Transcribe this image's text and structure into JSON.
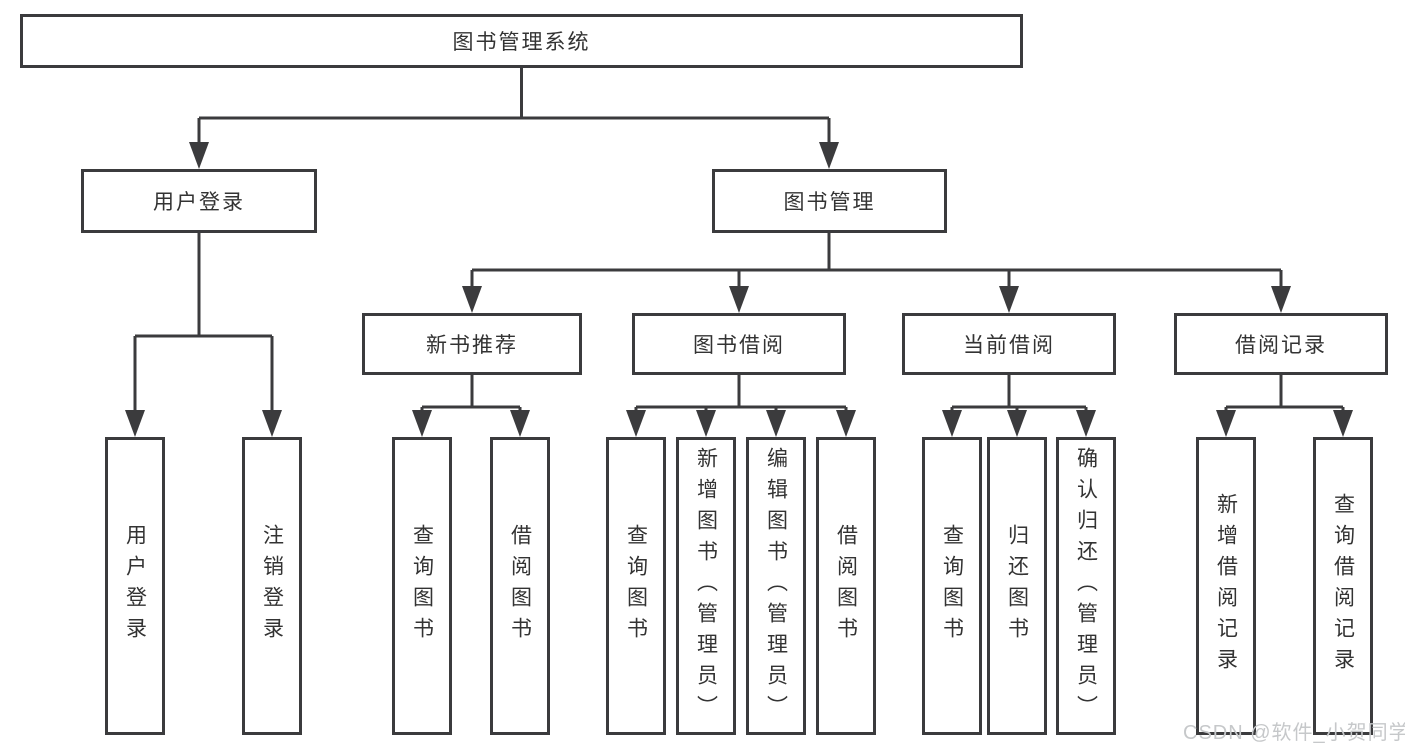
{
  "diagram": {
    "watermark": "CSDN @软件_小贺同学",
    "colors": {
      "line": "#3b3b3d",
      "box_border": "#3b3b3d",
      "text": "#333333",
      "background": "#ffffff",
      "watermark": "#c6c8ca"
    },
    "tree": {
      "root": {
        "label": "图书管理系统"
      },
      "branches": [
        {
          "label": "用户登录",
          "children": [
            {
              "label": "用户登录"
            },
            {
              "label": "注销登录"
            }
          ]
        },
        {
          "label": "图书管理",
          "children": [
            {
              "label": "新书推荐",
              "children": [
                {
                  "label": "查询图书"
                },
                {
                  "label": "借阅图书"
                }
              ]
            },
            {
              "label": "图书借阅",
              "children": [
                {
                  "label": "查询图书"
                },
                {
                  "label": "新增图书（管理员）"
                },
                {
                  "label": "编辑图书（管理员）"
                },
                {
                  "label": "借阅图书"
                }
              ]
            },
            {
              "label": "当前借阅",
              "children": [
                {
                  "label": "查询图书"
                },
                {
                  "label": "归还图书"
                },
                {
                  "label": "确认归还（管理员）"
                }
              ]
            },
            {
              "label": "借阅记录",
              "children": [
                {
                  "label": "新增借阅记录"
                },
                {
                  "label": "查询借阅记录"
                }
              ]
            }
          ]
        }
      ]
    }
  }
}
